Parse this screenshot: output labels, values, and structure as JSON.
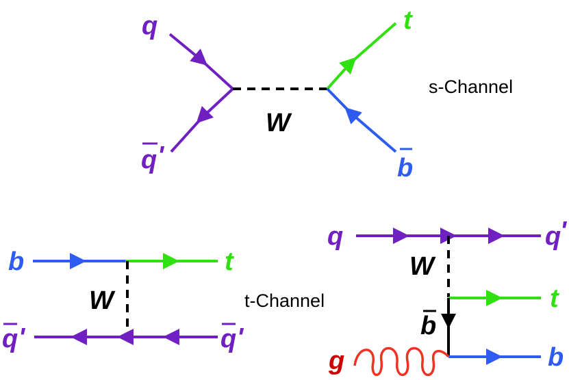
{
  "colors": {
    "quark": "#7020c0",
    "top": "#30e010",
    "bottom": "#2f5cf0",
    "gluon": "#ee3322",
    "gluon_label": "#cc0000",
    "boson": "#000000"
  },
  "s_channel": {
    "caption": "s-Channel",
    "labels": {
      "q": "q",
      "qbar": "q",
      "qbar_prime": "'",
      "t": "t",
      "bbar": "b",
      "w": "W"
    }
  },
  "t_channel": {
    "caption": "t-Channel",
    "left": {
      "b": "b",
      "t": "t",
      "w": "W",
      "qbar_left": "q",
      "qbar_left_prime": "'",
      "qbar_right": "q",
      "qbar_right_prime": "'"
    },
    "right": {
      "q": "q",
      "q_out": "q",
      "q_out_prime": "'",
      "w": "W",
      "t": "t",
      "bbar": "b",
      "g": "g",
      "b": "b"
    }
  }
}
